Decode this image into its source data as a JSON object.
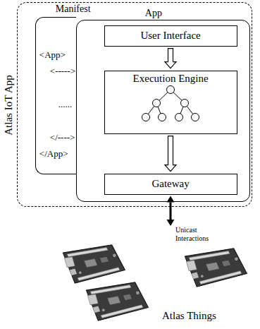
{
  "diagram": {
    "nodes": [
      {
        "text": [
          "Atlas IoT App"
        ]
      },
      {
        "text": [
          "Manifest",
          "<App>",
          "<----->",
          "......",
          "</---->",
          "</App>"
        ],
        "in": 0
      },
      {
        "text": [
          "App"
        ],
        "in": 0
      },
      {
        "text": [
          "User Interface"
        ],
        "in": 2
      },
      {
        "text": [
          "Execution Engine"
        ],
        "in": 2
      },
      {
        "text": [
          "Gateway"
        ],
        "in": 2
      },
      {
        "text": [
          "Atlas Things"
        ]
      }
    ],
    "edges": [
      {
        "from": 3,
        "to": 4,
        "arrow": "to"
      },
      {
        "from": 4,
        "to": 5,
        "arrow": "to"
      },
      {
        "from": 5,
        "to": 6,
        "arrow": "both",
        "label": "Unicast Interactions"
      }
    ]
  }
}
